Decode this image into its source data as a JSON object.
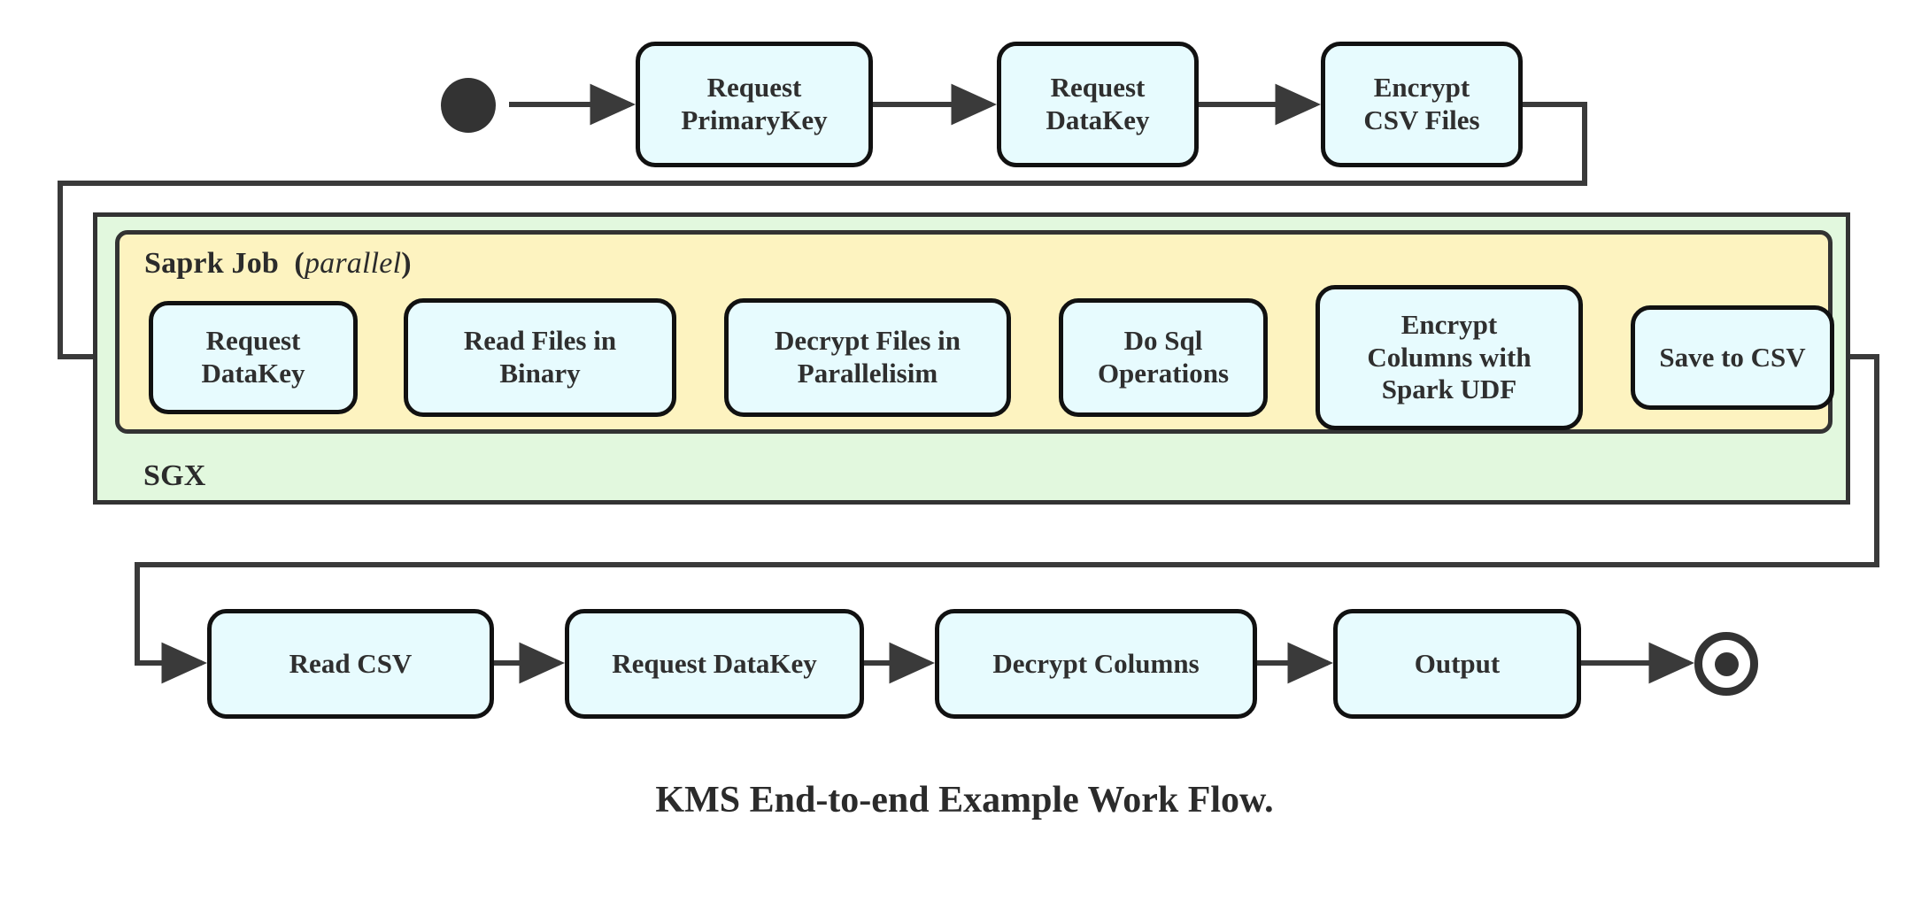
{
  "caption": "KMS End-to-end Example Work Flow.",
  "colors": {
    "node_fill": "#e7fbfe",
    "node_stroke": "#111111",
    "spark_fill": "#fdf3c0",
    "sgx_fill": "#e2f8de",
    "container_stroke": "#333333",
    "wire": "#3a3a3a",
    "marker": "#333333",
    "text": "#2f2f2f"
  },
  "containers": {
    "sgx": {
      "label": "SGX"
    },
    "spark": {
      "label_bold": "Saprk Job",
      "label_italic": "parallel"
    }
  },
  "markers": {
    "start": "start-state",
    "end": "final-state"
  },
  "rows": {
    "top": [
      {
        "id": "request-primarykey",
        "lines": [
          "Request",
          "PrimaryKey"
        ],
        "text": "Request\nPrimaryKey"
      },
      {
        "id": "request-datakey-top",
        "lines": [
          "Request",
          "DataKey"
        ],
        "text": "Request\nDataKey"
      },
      {
        "id": "encrypt-csv-files",
        "lines": [
          "Encrypt",
          "CSV Files"
        ],
        "text": "Encrypt\nCSV Files"
      }
    ],
    "middle": [
      {
        "id": "request-datakey-spark",
        "lines": [
          "Request",
          "DataKey"
        ],
        "text": "Request\nDataKey"
      },
      {
        "id": "read-files-in-binary",
        "lines": [
          "Read Files in",
          "Binary"
        ],
        "text": "Read Files in\nBinary"
      },
      {
        "id": "decrypt-files-in-parallelisim",
        "lines": [
          "Decrypt Files in",
          "Parallelisim"
        ],
        "text": "Decrypt Files in\nParallelisim"
      },
      {
        "id": "do-sql-operations",
        "lines": [
          "Do Sql",
          "Operations"
        ],
        "text": "Do Sql\nOperations"
      },
      {
        "id": "encrypt-columns-with-spark-udf",
        "lines": [
          "Encrypt",
          "Columns with",
          "Spark UDF"
        ],
        "text": "Encrypt\nColumns with\nSpark UDF"
      },
      {
        "id": "save-to-csv",
        "lines": [
          "Save to CSV"
        ],
        "text": "Save to CSV"
      }
    ],
    "bottom": [
      {
        "id": "read-csv",
        "lines": [
          "Read CSV"
        ],
        "text": "Read CSV"
      },
      {
        "id": "request-datakey-bottom",
        "lines": [
          "Request DataKey"
        ],
        "text": "Request DataKey"
      },
      {
        "id": "decrypt-columns",
        "lines": [
          "Decrypt Columns"
        ],
        "text": "Decrypt Columns"
      },
      {
        "id": "output",
        "lines": [
          "Output"
        ],
        "text": "Output"
      }
    ]
  },
  "flow_order": [
    "start-state",
    "Request PrimaryKey",
    "Request DataKey",
    "Encrypt CSV Files",
    "Request DataKey",
    "Read Files in Binary",
    "Decrypt Files in Parallelisim",
    "Do Sql Operations",
    "Encrypt Columns with Spark UDF",
    "Save to CSV",
    "Read CSV",
    "Request DataKey",
    "Decrypt Columns",
    "Output",
    "final-state"
  ]
}
